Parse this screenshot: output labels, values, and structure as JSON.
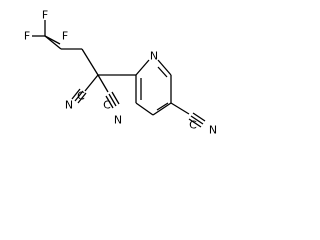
{
  "structure": {
    "atoms": {
      "f_top": "F",
      "f_left": "F",
      "f_right": "F",
      "ring_nitrogen": "N",
      "nitrile_nitrogen_1": "N",
      "nitrile_nitrogen_2": "N",
      "pyridine_nitrile_nitrogen": "N",
      "nitrile_carbon_1": "C",
      "nitrile_carbon_2": "C",
      "pyridine_nitrile_carbon": "C"
    }
  },
  "colors": {
    "bond": "#000000",
    "label": "#000000",
    "background": "#ffffff"
  }
}
